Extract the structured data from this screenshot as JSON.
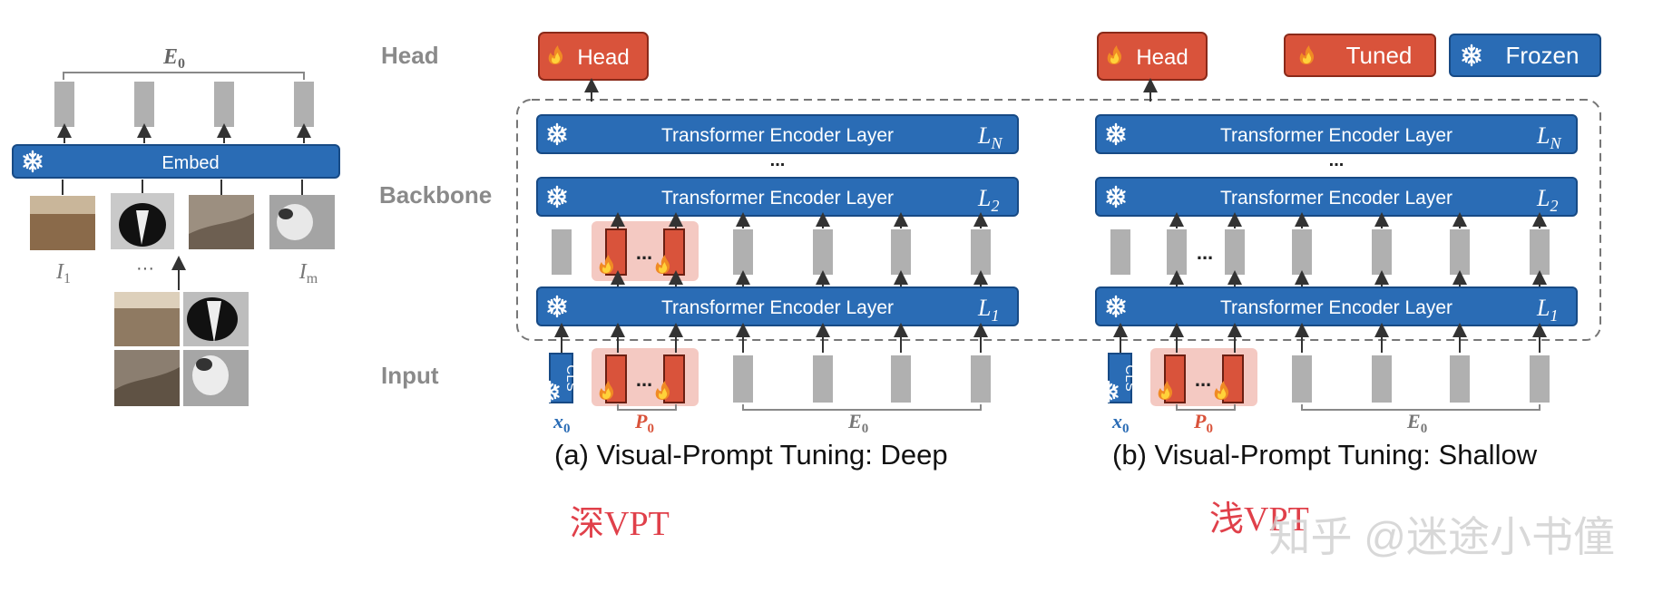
{
  "left_panel": {
    "e0_label": "E",
    "e0_sub": "0",
    "embed_label": "Embed",
    "ellipsis": "···",
    "i1_label": "I",
    "i1_sub": "1",
    "im_label": "I",
    "im_sub": "m"
  },
  "row_labels": {
    "head": "Head",
    "backbone": "Backbone",
    "input": "Input"
  },
  "legend": {
    "tuned": "Tuned",
    "frozen": "Frozen"
  },
  "panels": [
    {
      "head_label": "Head",
      "layer_label": "Transformer Encoder Layer",
      "layers": [
        {
          "L": "L",
          "sub": "N"
        },
        {
          "L": "L",
          "sub": "2"
        },
        {
          "L": "L",
          "sub": "1"
        }
      ],
      "vdots": "...",
      "prompt_dots": "...",
      "cls_label": "CLS",
      "x0": "x",
      "x0_sub": "0",
      "p0": "P",
      "p0_sub": "0",
      "e0": "E",
      "e0_sub": "0",
      "caption": "(a) Visual-Prompt Tuning:  Deep"
    },
    {
      "head_label": "Head",
      "layer_label": "Transformer Encoder Layer",
      "layers": [
        {
          "L": "L",
          "sub": "N"
        },
        {
          "L": "L",
          "sub": "2"
        },
        {
          "L": "L",
          "sub": "1"
        }
      ],
      "vdots": "...",
      "prompt_dots": "...",
      "cls_label": "CLS",
      "x0": "x",
      "x0_sub": "0",
      "p0": "P",
      "p0_sub": "0",
      "e0": "E",
      "e0_sub": "0",
      "caption": "(b) Visual-Prompt Tuning:  Shallow"
    }
  ],
  "annotations": {
    "deep_cn": "深VPT",
    "shallow_cn": "浅VPT"
  },
  "watermark": "知乎 @迷途小书僮",
  "colors": {
    "blue": "#2a6cb5",
    "blue_border": "#174a85",
    "red": "#d9533b",
    "red_border": "#8a2a1a",
    "pink": "#f4c9c2",
    "gray_token": "#b0b0b0",
    "label_gray": "#8a8a8a",
    "annotation_red": "#e0404a"
  }
}
